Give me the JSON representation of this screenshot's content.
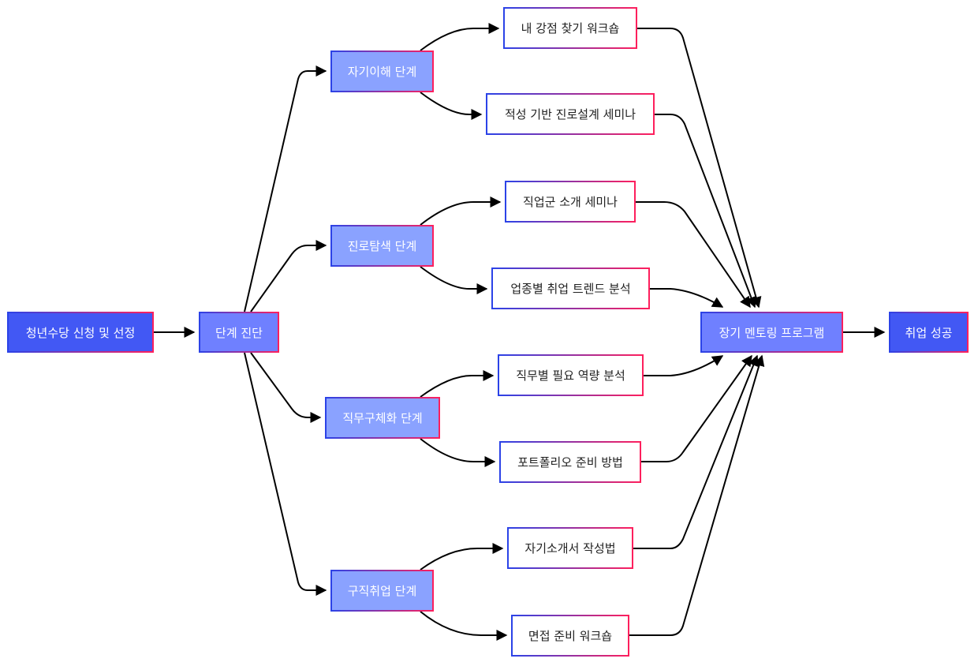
{
  "nodes": {
    "start": "청년수당 신청 및 선정",
    "diagnosis": "단계 진단",
    "stage_self": "자기이해 단계",
    "stage_career": "진로탐색 단계",
    "stage_job": "직무구체화 단계",
    "stage_employ": "구직취업 단계",
    "p_strength": "내 강점 찾기 워크숍",
    "p_aptitude": "적성 기반 진로설계 세미나",
    "p_jobgroup": "직업군 소개 세미나",
    "p_trend": "업종별 취업 트렌드 분석",
    "p_competency": "직무별 필요 역량 분석",
    "p_portfolio": "포트폴리오 준비 방법",
    "p_resume": "자기소개서 작성법",
    "p_interview": "면접 준비 워크숍",
    "mentoring": "장기 멘토링 프로그램",
    "success": "취업 성공"
  },
  "colors": {
    "edge": "#000000",
    "border_start": "#2a43e8",
    "border_end": "#ff1f5c",
    "fill_light": "#8aa2ff",
    "fill_mid": "#6f80ff",
    "fill_dark": "#4258f4"
  }
}
